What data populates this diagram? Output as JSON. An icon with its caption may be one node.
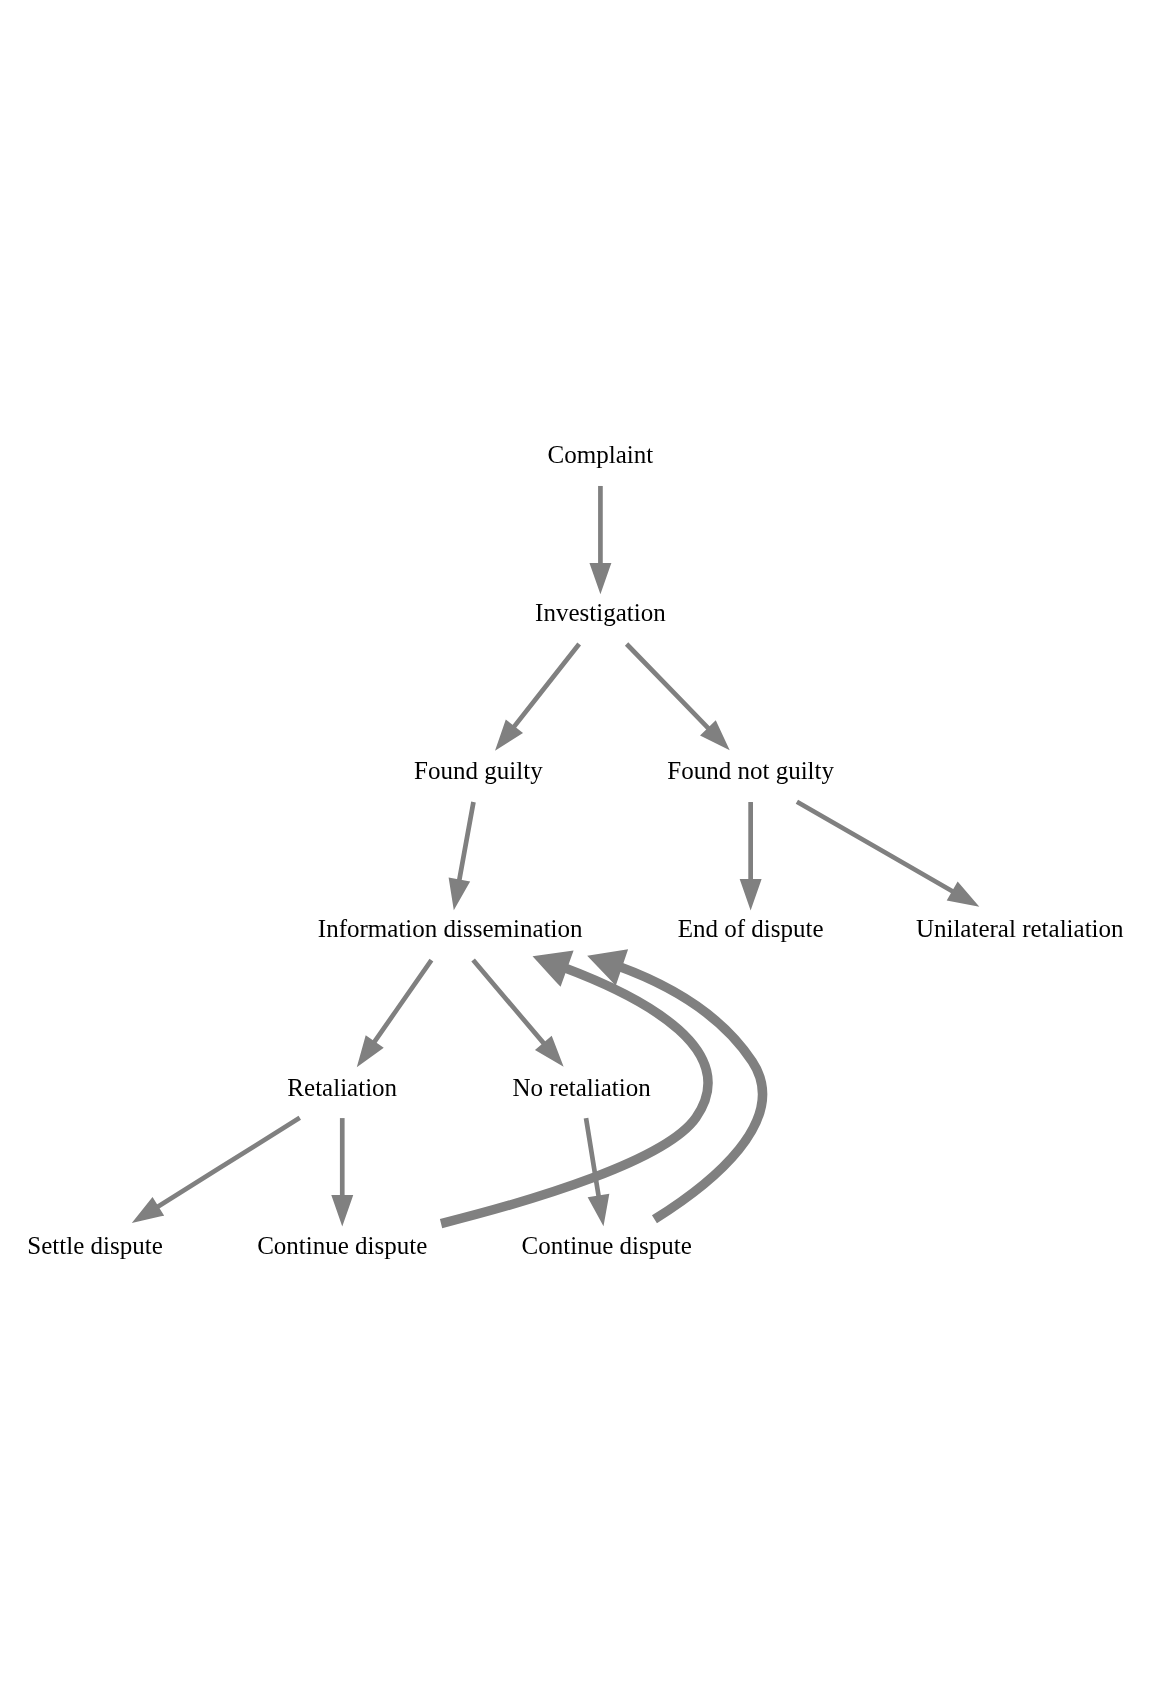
{
  "diagram": {
    "nodes": [
      {
        "text": [
          "Complaint"
        ]
      },
      {
        "text": [
          "Investigation"
        ]
      },
      {
        "text": [
          "Found guilty"
        ]
      },
      {
        "text": [
          "Found not guilty"
        ]
      },
      {
        "text": [
          "Information dissemination"
        ]
      },
      {
        "text": [
          "End of dispute"
        ]
      },
      {
        "text": [
          "Unilateral retaliation"
        ]
      },
      {
        "text": [
          "Retaliation"
        ]
      },
      {
        "text": [
          "No retaliation"
        ]
      },
      {
        "text": [
          "Settle dispute"
        ]
      },
      {
        "text": [
          "Continue dispute"
        ]
      },
      {
        "text": [
          "Continue dispute"
        ]
      }
    ],
    "edges": [
      {
        "from": 0,
        "to": 1,
        "arrow": "to"
      },
      {
        "from": 1,
        "to": 2,
        "arrow": "to"
      },
      {
        "from": 1,
        "to": 3,
        "arrow": "to"
      },
      {
        "from": 2,
        "to": 4,
        "arrow": "to"
      },
      {
        "from": 3,
        "to": 5,
        "arrow": "to"
      },
      {
        "from": 3,
        "to": 6,
        "arrow": "to"
      },
      {
        "from": 4,
        "to": 7,
        "arrow": "to"
      },
      {
        "from": 4,
        "to": 8,
        "arrow": "to"
      },
      {
        "from": 7,
        "to": 9,
        "arrow": "to"
      },
      {
        "from": 7,
        "to": 10,
        "arrow": "to"
      },
      {
        "from": 8,
        "to": 11,
        "arrow": "to"
      },
      {
        "from": 10,
        "to": 4,
        "arrow": "to",
        "style": "thick"
      },
      {
        "from": 11,
        "to": 4,
        "arrow": "to",
        "style": "thick"
      }
    ]
  }
}
